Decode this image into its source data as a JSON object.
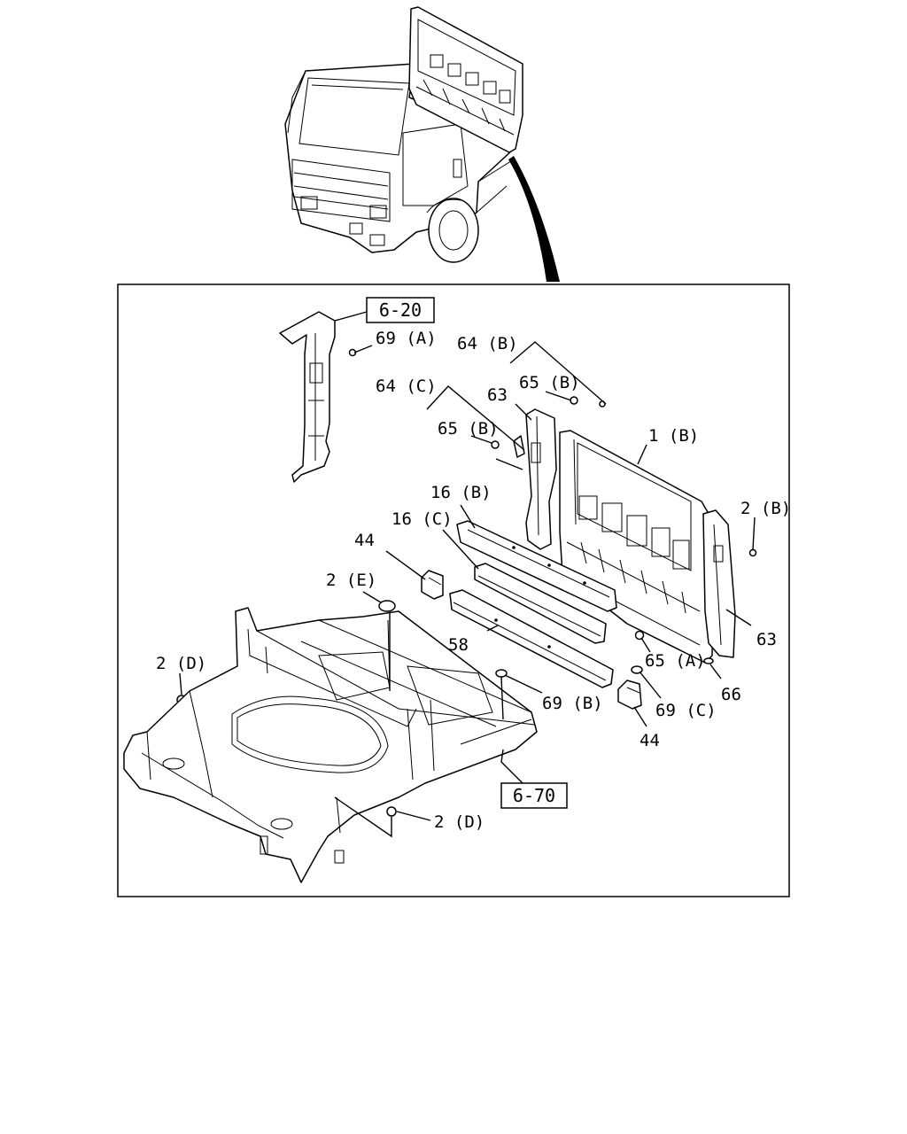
{
  "diagram": {
    "callouts": [
      {
        "id": "c1",
        "text": "1 (B)"
      },
      {
        "id": "c2",
        "text": "2 (B)"
      },
      {
        "id": "c3",
        "text": "2 (E)"
      },
      {
        "id": "c4",
        "text": "2 (D)"
      },
      {
        "id": "c5",
        "text": "2 (D)"
      },
      {
        "id": "c6",
        "text": "16 (B)"
      },
      {
        "id": "c7",
        "text": "16 (C)"
      },
      {
        "id": "c8",
        "text": "44"
      },
      {
        "id": "c9",
        "text": "44"
      },
      {
        "id": "c10",
        "text": "58"
      },
      {
        "id": "c11",
        "text": "63"
      },
      {
        "id": "c12",
        "text": "63"
      },
      {
        "id": "c13",
        "text": "64 (B)"
      },
      {
        "id": "c14",
        "text": "64 (C)"
      },
      {
        "id": "c15",
        "text": "65 (B)"
      },
      {
        "id": "c16",
        "text": "65 (B)"
      },
      {
        "id": "c17",
        "text": "65 (A)"
      },
      {
        "id": "c18",
        "text": "66"
      },
      {
        "id": "c19",
        "text": "69 (A)"
      },
      {
        "id": "c20",
        "text": "69 (B)"
      },
      {
        "id": "c21",
        "text": "69 (C)"
      }
    ],
    "references": [
      {
        "id": "r1",
        "text": "6-20"
      },
      {
        "id": "r2",
        "text": "6-70"
      }
    ]
  }
}
